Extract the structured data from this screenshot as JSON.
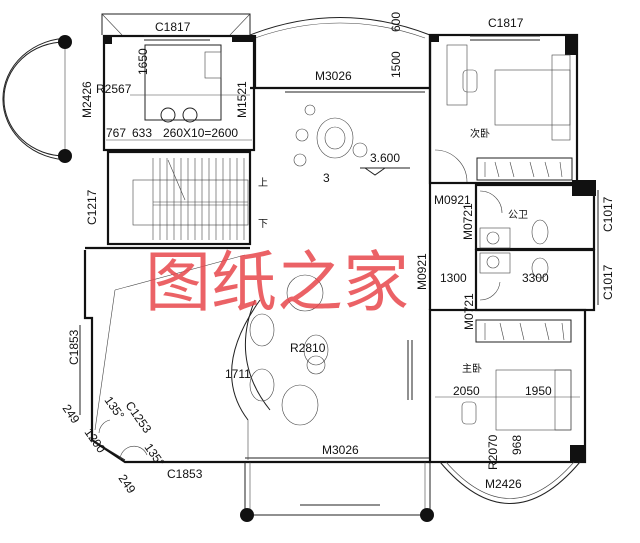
{
  "watermark": "图纸之家",
  "watermark_color": "#e8474c",
  "rooms": {
    "second_bedroom": "次卧",
    "public_bath": "公卫",
    "master_bedroom": "主卧"
  },
  "labels": {
    "study_window": "C1817",
    "bedroom2_window": "C1817",
    "hall_door_top": "M3026",
    "dim_1500": "1500",
    "dim_600": "600",
    "study_bay_door": "M2426",
    "study_bay_radius": "R2567",
    "dim_1650": "1650",
    "study_door": "M1521",
    "dim_767": "767",
    "dim_633": "633",
    "stair_steps": "260X10=2600",
    "elevation": "3.600",
    "stair_num": "3",
    "stair_up": "上",
    "stair_down": "下",
    "stair_window": "C1217",
    "bedroom2_door": "M0921",
    "bath_door_1": "M0721",
    "bath_window_1": "C1017",
    "bath_window_2": "C1017",
    "dim_1300": "1300",
    "dim_3300": "3300",
    "master_door": "M0921",
    "bath_door_2": "M0721",
    "living_window_left": "C1853",
    "sofa_radius": "R2810",
    "dim_1711": "1711",
    "dim_2050": "2050",
    "dim_1950": "1950",
    "master_radius": "R2070",
    "dim_968": "968",
    "master_bay_door": "M2426",
    "living_door_bottom": "M3026",
    "corner_window": "C1253",
    "angle_1": "135°",
    "angle_2": "135°",
    "dim_249_a": "249",
    "dim_1200": "1200",
    "dim_249_b": "249",
    "living_window_bottom": "C1853"
  }
}
